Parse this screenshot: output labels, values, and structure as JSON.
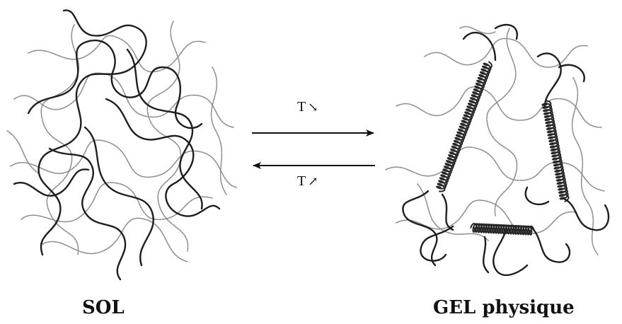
{
  "labels": {
    "sol": "SOL",
    "gel": "GEL physique",
    "cooling": "T",
    "cooling_symbol": "↘",
    "heating": "T",
    "heating_symbol": "↗"
  },
  "colors": {
    "dark_chain": "#1a1a1a",
    "light_chain": "#8a8a8a",
    "helix": "#2a2a2a"
  }
}
